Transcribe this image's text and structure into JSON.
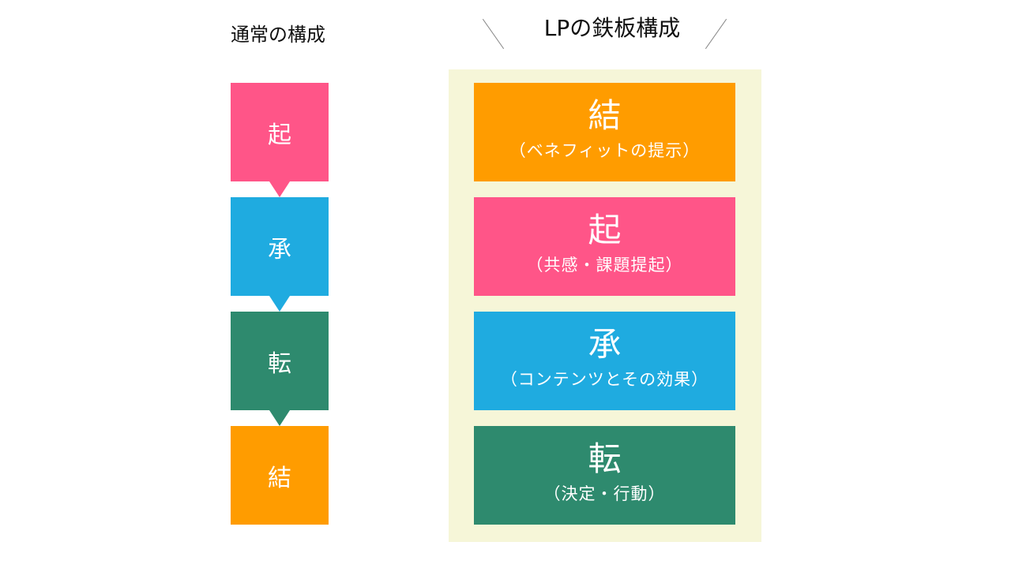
{
  "colors": {
    "pink": "#ff5588",
    "blue": "#1fabe0",
    "green": "#2e8a6e",
    "orange": "#ff9c00",
    "panel": "#f6f6d8"
  },
  "left": {
    "title": "通常の構成",
    "steps": [
      {
        "label": "起",
        "color": "#ff5588"
      },
      {
        "label": "承",
        "color": "#1fabe0"
      },
      {
        "label": "転",
        "color": "#2e8a6e"
      },
      {
        "label": "結",
        "color": "#ff9c00"
      }
    ]
  },
  "right": {
    "title": "LPの鉄板構成",
    "steps": [
      {
        "label": "結",
        "sub": "（ベネフィットの提示）",
        "color": "#ff9c00"
      },
      {
        "label": "起",
        "sub": "（共感・課題提起）",
        "color": "#ff5588"
      },
      {
        "label": "承",
        "sub": "（コンテンツとその効果）",
        "color": "#1fabe0"
      },
      {
        "label": "転",
        "sub": "（決定・行動）",
        "color": "#2e8a6e"
      }
    ]
  }
}
